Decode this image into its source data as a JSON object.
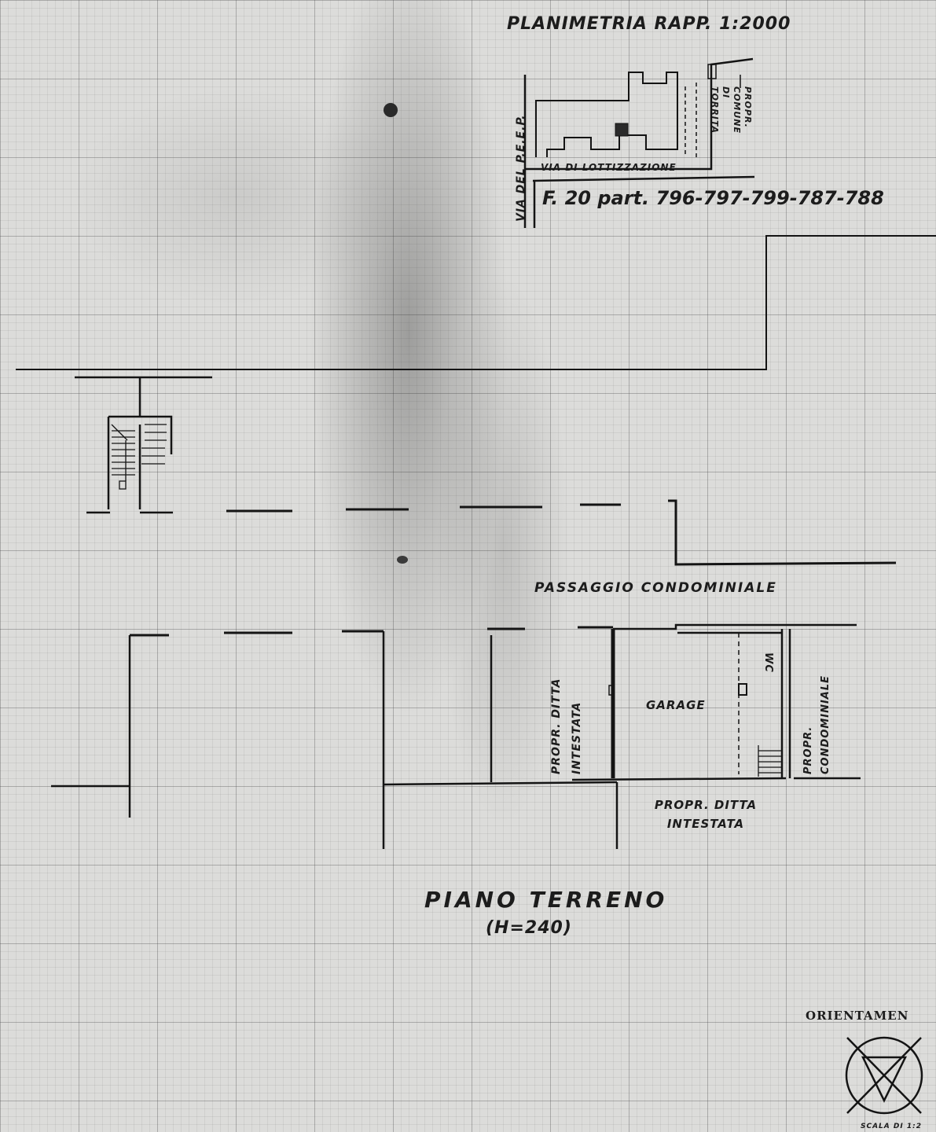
{
  "site_plan": {
    "title": "PLANIMETRIA RAPP. 1:2000",
    "road_left": "VIA DEL P.E.E.P.",
    "road_bottom": "VIA DI LOTTIZZAZIONE",
    "property_right": "PROPR. COMUNE DI TORRITA",
    "cadastral_ref": "F. 20 part. 796-797-799-787-788"
  },
  "floor_plan": {
    "corridor_label": "PASSAGGIO CONDOMINIALE",
    "left_property": "PROPR. DITTA INTESTATA",
    "room_label": "GARAGE",
    "wc_label": "WC",
    "right_property": "PROPR. CONDOMINIALE",
    "bottom_property": "PROPR. DITTA INTESTATA",
    "floor_title": "PIANO TERRENO",
    "floor_height": "(H=240)"
  },
  "orientation": {
    "label": "ORIENTAMEN",
    "scale_label": "SCALA DI 1:2"
  }
}
